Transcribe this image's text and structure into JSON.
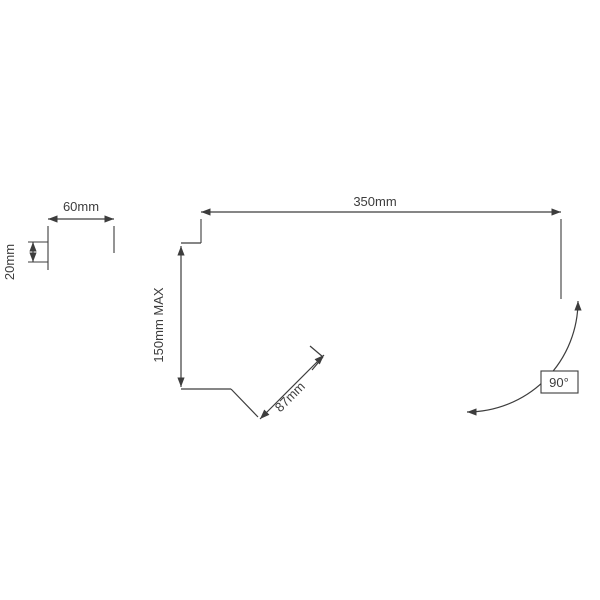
{
  "drawing": {
    "dimensions": {
      "overall_width": {
        "label": "350mm"
      },
      "bracket_width": {
        "label": "60mm"
      },
      "bracket_height": {
        "label": "20mm"
      },
      "drop_max": {
        "label": "150mm MAX"
      },
      "diagonal": {
        "label": "87mm"
      },
      "swing_angle": {
        "label": "90°"
      }
    },
    "colors": {
      "line": "#3d3d3d",
      "background": "#ffffff",
      "label_box_fill": "#ffffff"
    }
  }
}
